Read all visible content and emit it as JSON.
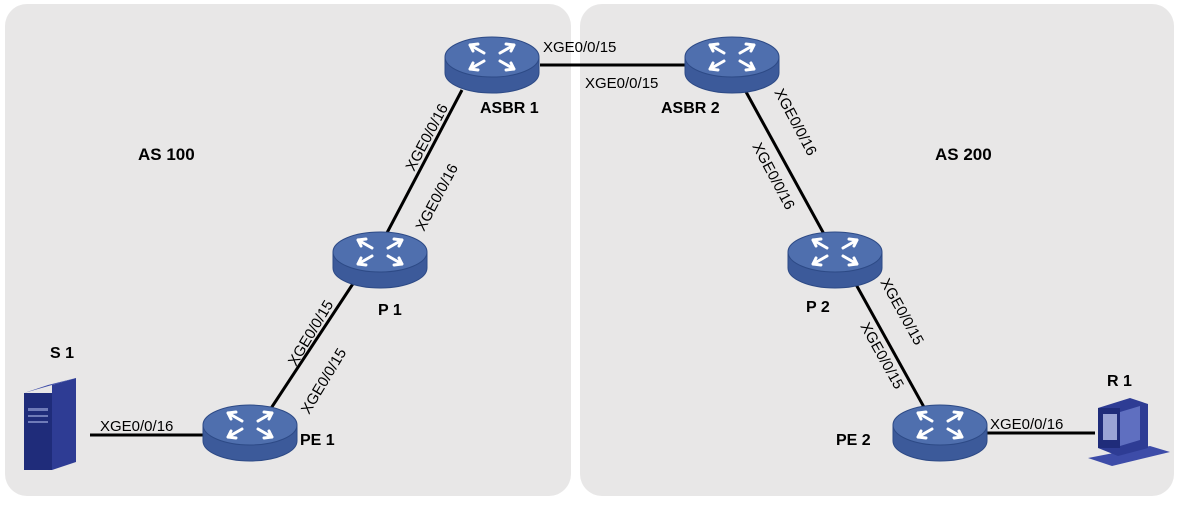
{
  "colors": {
    "region_fill": "#e8e7e7",
    "link": "#000000",
    "router_top": "#4f6fae",
    "router_side": "#3c5a9a",
    "router_arrows": "#ffffff",
    "server": "#1f2c7a",
    "pc": "#1f2c7a"
  },
  "regions": [
    {
      "id": "as100",
      "label": "AS 100"
    },
    {
      "id": "as200",
      "label": "AS 200"
    }
  ],
  "nodes": [
    {
      "id": "asbr1",
      "label": "ASBR 1",
      "type": "router",
      "icon": "router-icon"
    },
    {
      "id": "asbr2",
      "label": "ASBR 2",
      "type": "router",
      "icon": "router-icon"
    },
    {
      "id": "p1",
      "label": "P 1",
      "type": "router",
      "icon": "router-icon"
    },
    {
      "id": "p2",
      "label": "P 2",
      "type": "router",
      "icon": "router-icon"
    },
    {
      "id": "pe1",
      "label": "PE 1",
      "type": "router",
      "icon": "router-icon"
    },
    {
      "id": "pe2",
      "label": "PE 2",
      "type": "router",
      "icon": "router-icon"
    },
    {
      "id": "s1",
      "label": "S 1",
      "type": "server",
      "icon": "server-icon"
    },
    {
      "id": "r1",
      "label": "R 1",
      "type": "host",
      "icon": "pc-icon"
    }
  ],
  "links": [
    {
      "from": "asbr1",
      "to": "asbr2",
      "from_port": "XGE0/0/15",
      "to_port": "XGE0/0/15"
    },
    {
      "from": "asbr1",
      "to": "p1",
      "from_port": "XGE0/0/16",
      "to_port": "XGE0/0/16"
    },
    {
      "from": "p1",
      "to": "pe1",
      "from_port": "XGE0/0/15",
      "to_port": "XGE0/0/15"
    },
    {
      "from": "pe1",
      "to": "s1",
      "from_port": "XGE0/0/16"
    },
    {
      "from": "asbr2",
      "to": "p2",
      "from_port": "XGE0/0/16",
      "to_port": "XGE0/0/16"
    },
    {
      "from": "p2",
      "to": "pe2",
      "from_port": "XGE0/0/15",
      "to_port": "XGE0/0/15"
    },
    {
      "from": "pe2",
      "to": "r1",
      "from_port": "XGE0/0/16"
    }
  ]
}
